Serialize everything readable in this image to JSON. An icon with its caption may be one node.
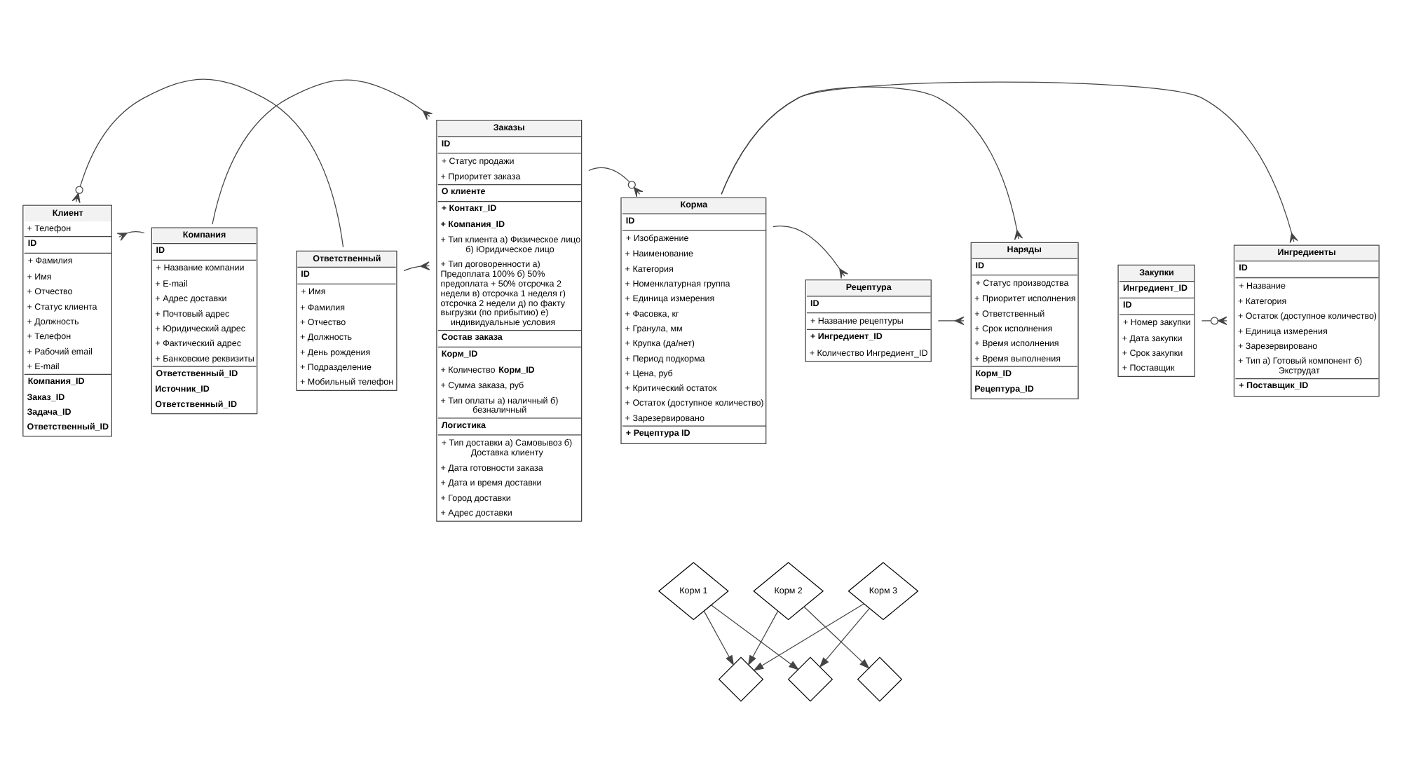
{
  "diagram": {
    "nodes": [
      {
        "text": [
          "Клиент",
          "+ Телефон",
          "ID",
          "+ Фамилия",
          "+ Имя",
          "+ Отчество",
          "+ Статус клиента",
          "+ Должность",
          "+ Телефон",
          "+ Рабочий email",
          "+ E-mail",
          "Компания_ID",
          "Заказ_ID",
          "Задача_ID",
          "Ответственный_ID"
        ]
      },
      {
        "text": [
          "Компания",
          "ID",
          "+ Название компании",
          "+ E-mail",
          "+ Адрес доставки",
          "+ Почтовый адрес",
          "+ Юридический адрес",
          "+ Фактический адрес",
          "+ Банковские реквизиты",
          "Ответственный_ID",
          "Источник_ID",
          "Ответственный_ID"
        ]
      },
      {
        "text": [
          "Ответственный",
          "ID",
          "+ Имя",
          "+ Фамилия",
          "+ Отчество",
          "+ Должность",
          "+ День рождения",
          "+ Подразделение",
          "+ Мобильный телефон"
        ]
      },
      {
        "text": [
          "Заказы",
          "ID",
          "+ Статус продажи",
          "+ Приоритет заказа",
          "О клиенте",
          "+ Контакт_ID",
          "+ Компания_ID",
          "+ Тип клиента а) Физическое лицо б) Юридическое лицо",
          "+ Тип договоренности а) Предоплата 100% б) 50% предоплата + 50% отсрочка 2 недели в) отсрочка 1 неделя г) отсрочка 2 недели д) по факту выгрузки (по прибытию) е) индивидуальные условия",
          "Состав заказа",
          "Корм_ID",
          "+ Количество **Корм_ID**",
          "+ Сумма заказа, руб",
          "+ Тип оплаты а) наличный б) безналичный",
          "Логистика",
          "+ Тип доставки а) Самовывоз б) Доставка клиенту",
          "+ Дата готовности заказа",
          "+ Дата и время доставки",
          "+ Город доставки",
          "+ Адрес доставки"
        ]
      },
      {
        "text": [
          "Корма",
          "ID",
          "+ Изображение",
          "+ Наименование",
          "+ Категория",
          "+ Номенклатурная группа",
          "+ Единица измерения",
          "+ Фасовка, кг",
          "+ Гранула, мм",
          "+ Крупка (да/нет)",
          "+ Период подкорма",
          "+ Цена, руб",
          "+ Критический остаток",
          "+ Остаток (доступное количество)",
          "+ Зарезервировано",
          "+ Рецептура ID"
        ]
      },
      {
        "text": [
          "Рецептура",
          "ID",
          "+ Название рецептуры",
          "+ Ингредиент_ID",
          "+ Количество Ингредиент_ID"
        ]
      },
      {
        "text": [
          "Наряды",
          "ID",
          "+ Статус производства",
          "+ Приоритет исполнения",
          "+ Ответственный",
          "+ Срок исполнения",
          "+ Время исполнения",
          "+ Время выполнения",
          "Корм_ID",
          "Рецептура_ID"
        ]
      },
      {
        "text": [
          "Ингредиенты",
          "ID",
          "+ Название",
          "+ Категория",
          "+ Остаток (доступное количество)",
          "+ Единица измерения",
          "+ Зарезервировано",
          "+ Тип а) Готовый компонент б) Экструдат",
          "+ Поставщик_ID"
        ]
      },
      {
        "text": [
          "Закупки",
          "Ингредиент_ID",
          "ID",
          "+ Номер закупки",
          "+ Дата закупки",
          "+ Срок закупки",
          "+ Поставщик"
        ]
      },
      {
        "text": [
          "Корм 1"
        ]
      },
      {
        "text": [
          "Корм 2"
        ]
      },
      {
        "text": [
          "Корм 3"
        ]
      },
      {
        "text": [],
        "shape": "diamond"
      },
      {
        "text": [],
        "shape": "diamond"
      },
      {
        "text": [],
        "shape": "diamond"
      }
    ],
    "edges": [
      {
        "from": 1,
        "to": 0,
        "arrow": "other"
      },
      {
        "from": 1,
        "to": 3,
        "arrow": "other"
      },
      {
        "from": 2,
        "to": 0,
        "arrow": "other"
      },
      {
        "from": 2,
        "to": 3,
        "arrow": "other"
      },
      {
        "from": 3,
        "to": 4,
        "arrow": "other"
      },
      {
        "from": 4,
        "to": 6,
        "arrow": "other"
      },
      {
        "from": 4,
        "to": 5,
        "arrow": "other"
      },
      {
        "from": 4,
        "to": 7,
        "arrow": "other"
      },
      {
        "from": 5,
        "to": 6,
        "arrow": "other"
      },
      {
        "from": 8,
        "to": 7,
        "arrow": "other"
      },
      {
        "from": 9,
        "to": 12,
        "arrow": "to"
      },
      {
        "from": 9,
        "to": 13,
        "arrow": "to"
      },
      {
        "from": 10,
        "to": 12,
        "arrow": "to"
      },
      {
        "from": 10,
        "to": 14,
        "arrow": "to"
      },
      {
        "from": 11,
        "to": 12,
        "arrow": "to"
      },
      {
        "from": 11,
        "to": 13,
        "arrow": "to"
      }
    ]
  }
}
